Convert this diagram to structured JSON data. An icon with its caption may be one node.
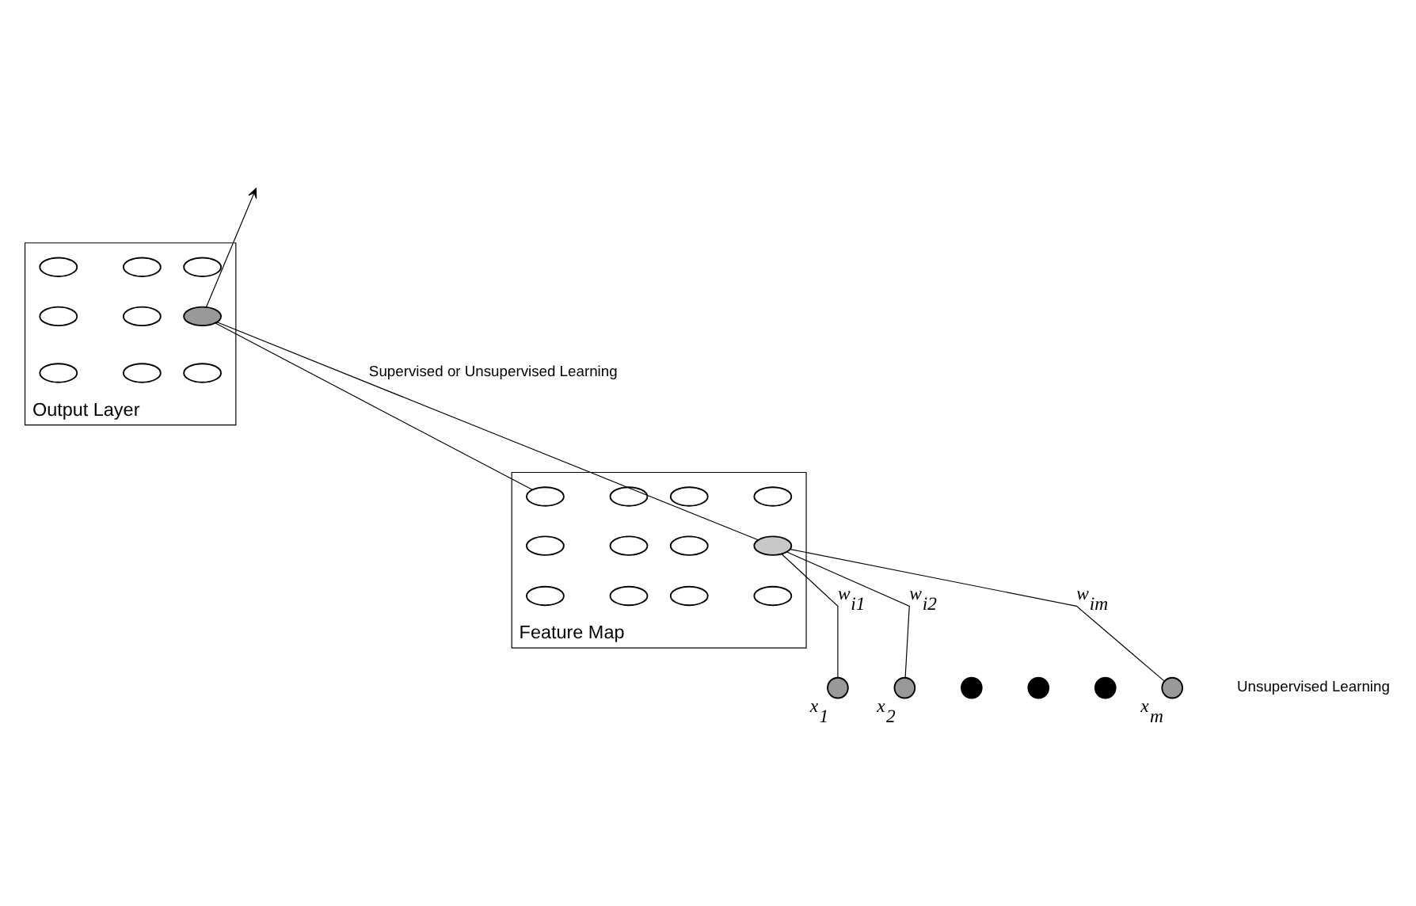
{
  "diagram": {
    "nodes": [
      {
        "text": [
          "Output Layer"
        ]
      },
      {
        "text": [],
        "shape": "ellipse",
        "in": 0
      },
      {
        "text": [],
        "shape": "ellipse",
        "in": 0
      },
      {
        "text": [],
        "shape": "ellipse",
        "in": 0
      },
      {
        "text": [],
        "shape": "ellipse",
        "in": 0
      },
      {
        "text": [],
        "shape": "ellipse",
        "in": 0
      },
      {
        "text": [],
        "shape": "ellipse",
        "in": 0
      },
      {
        "text": [],
        "shape": "ellipse",
        "in": 0
      },
      {
        "text": [],
        "shape": "ellipse",
        "in": 0
      },
      {
        "text": [],
        "shape": "ellipse",
        "in": 0
      },
      {
        "text": [
          "Feature Map"
        ]
      },
      {
        "text": [],
        "shape": "ellipse",
        "in": 10
      },
      {
        "text": [],
        "shape": "ellipse",
        "in": 10
      },
      {
        "text": [],
        "shape": "ellipse",
        "in": 10
      },
      {
        "text": [],
        "shape": "ellipse",
        "in": 10
      },
      {
        "text": [],
        "shape": "ellipse",
        "in": 10
      },
      {
        "text": [],
        "shape": "ellipse",
        "in": 10
      },
      {
        "text": [],
        "shape": "ellipse",
        "in": 10
      },
      {
        "text": [],
        "shape": "ellipse",
        "in": 10
      },
      {
        "text": [],
        "shape": "ellipse",
        "in": 10
      },
      {
        "text": [],
        "shape": "ellipse",
        "in": 10
      },
      {
        "text": [],
        "shape": "ellipse",
        "in": 10
      },
      {
        "text": [],
        "shape": "ellipse",
        "in": 10
      },
      {
        "text": [],
        "shape": "circle",
        "beside": [
          "x$_{1}$"
        ]
      },
      {
        "text": [],
        "shape": "circle",
        "beside": [
          "x$_{2}$"
        ]
      },
      {
        "text": [],
        "shape": "circle"
      },
      {
        "text": [],
        "shape": "circle"
      },
      {
        "text": [],
        "shape": "circle"
      },
      {
        "text": [],
        "shape": "circle",
        "beside": [
          "x$_{m}$"
        ]
      }
    ],
    "edges": [
      {
        "from": 23,
        "to": 17,
        "arrow": "none",
        "label": "w$_{i1}$"
      },
      {
        "from": 24,
        "to": 17,
        "arrow": "none",
        "label": "w$_{i2}$"
      },
      {
        "from": 28,
        "to": 17,
        "arrow": "none",
        "label": "w$_{im}$"
      },
      {
        "from": 11,
        "to": 4,
        "arrow": "none"
      },
      {
        "from": 17,
        "to": 4,
        "arrow": "none"
      },
      {
        "from": 4,
        "to": null,
        "arrow": "to"
      }
    ],
    "labels": [
      "Supervised or Unsupervised Learning",
      "Unsupervised Learning"
    ]
  }
}
